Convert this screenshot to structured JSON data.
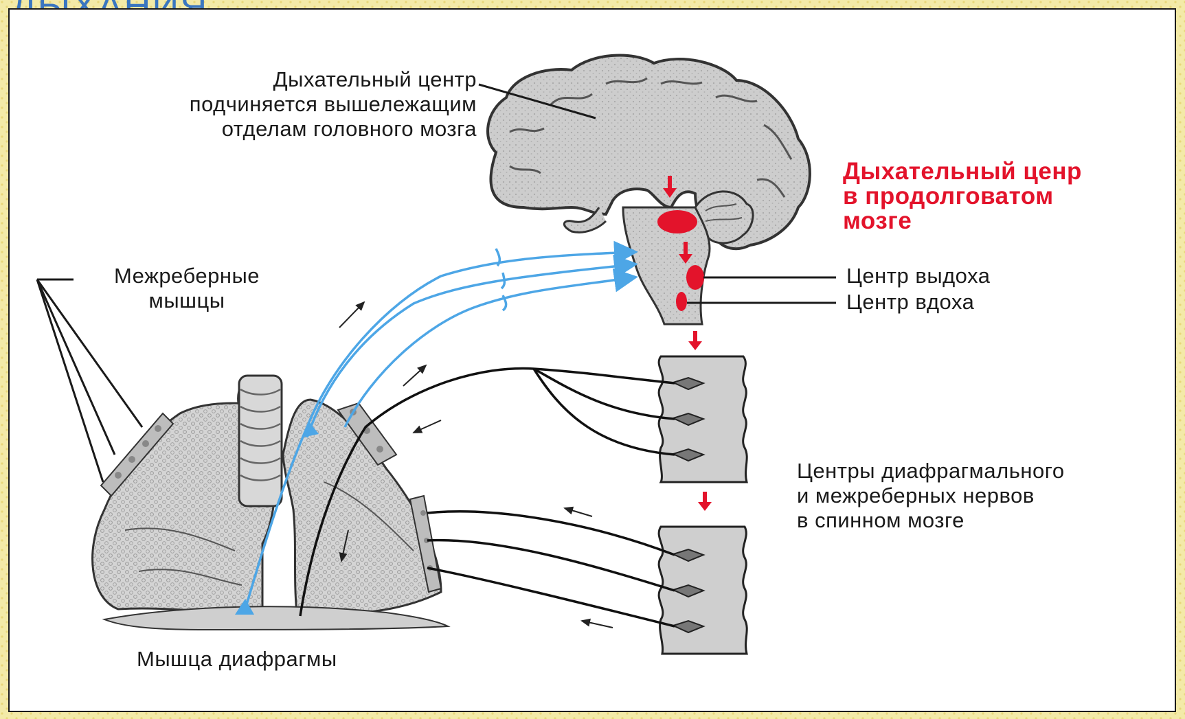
{
  "heading": "ДЫХАНИЯ",
  "labels": {
    "higher_centers": [
      "Дыхательный центр",
      "подчиняется вышележащим",
      "отделам головного мозга"
    ],
    "medulla_center": [
      "Дыхательный ценр",
      "в продолговатом",
      "мозге"
    ],
    "exhale_center": "Центр выдоха",
    "inhale_center": "Центр вдоха",
    "intercostal_muscles": [
      "Межреберные",
      "мышцы"
    ],
    "spinal_centers": [
      "Центры диафрагмального",
      "и межреберных нервов",
      "в спинном мозге"
    ],
    "diaphragm": "Мышца диафрагмы"
  },
  "colors": {
    "accent_red": "#e3132b",
    "nerve_blue": "#4da6e6",
    "heading_blue": "#3a76c0",
    "tissue_gray": "#c9c9c9"
  }
}
